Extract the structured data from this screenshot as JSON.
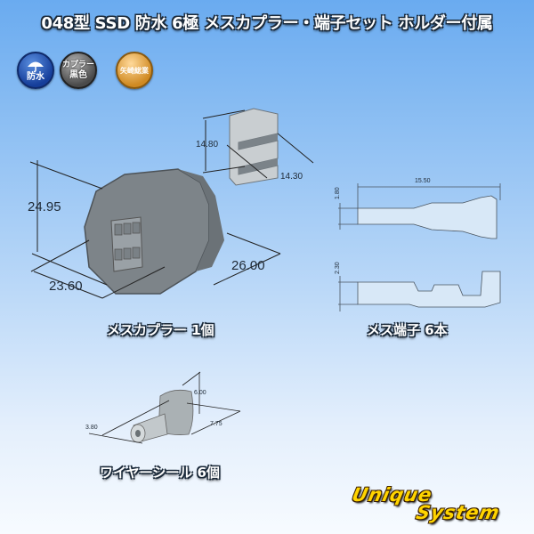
{
  "title": "048型 SSD 防水 6極 メスカプラー・端子セット ホルダー付属",
  "badges": [
    {
      "icon": "umbrella-icon",
      "label": "防水",
      "color": "#163e9a"
    },
    {
      "label_line1": "カプラー",
      "label_line2": "黒色",
      "color": "#4a4a4a"
    },
    {
      "label": "矢崎総業",
      "color": "#d08a22"
    }
  ],
  "holder": {
    "dims": {
      "height": "14.80",
      "width": "14.30"
    }
  },
  "female_coupler": {
    "dims": {
      "height": "24.95",
      "width": "23.60",
      "depth": "26.00"
    },
    "caption": "メスカプラー 1個"
  },
  "female_terminal": {
    "dims": {
      "length": "15.50",
      "top_height": "1.80",
      "side_height": "2.30"
    },
    "caption": "メス端子 6本"
  },
  "wire_seal": {
    "dims": {
      "height": "6.00",
      "length": "7.75",
      "inner": "3.80"
    },
    "caption": "ワイヤーシール 6個"
  },
  "logo": {
    "line1": "Unique",
    "line2": "System",
    "colors": {
      "fill": "#ffd400",
      "outline": "#3a1f00"
    }
  },
  "colors": {
    "bg_top": "#6aabf0",
    "bg_bottom": "#f7fbff",
    "dimension_text": "#1f2a36"
  }
}
